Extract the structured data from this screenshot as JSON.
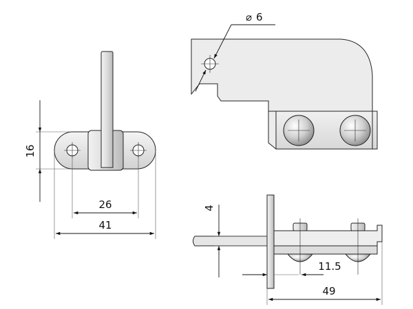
{
  "dimensions": {
    "hole_diameter": "6",
    "width_height": "16",
    "hole_spacing": "26",
    "overall_width": "41",
    "thickness": "4",
    "offset": "11.5",
    "overall_length": "49"
  },
  "symbols": {
    "diameter": "⌀"
  },
  "colors": {
    "line": "#111111",
    "part_fill": "#e6e6e6",
    "part_light": "#f4f4f4",
    "part_shade": "#bdbdbd"
  }
}
